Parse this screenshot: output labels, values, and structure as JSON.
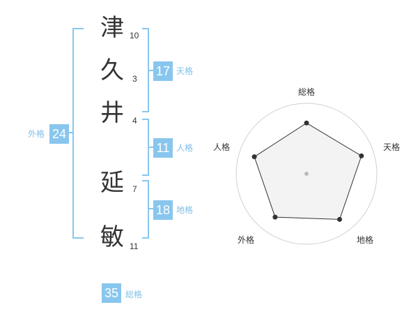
{
  "name": {
    "chars": [
      {
        "char": "津",
        "strokes": "10"
      },
      {
        "char": "久",
        "strokes": "3"
      },
      {
        "char": "井",
        "strokes": "4"
      },
      {
        "char": "延",
        "strokes": "7"
      },
      {
        "char": "敏",
        "strokes": "11"
      }
    ]
  },
  "kaku": {
    "tenkaku": {
      "value": "17",
      "label": "天格"
    },
    "jinkaku": {
      "value": "11",
      "label": "人格"
    },
    "chikaku": {
      "value": "18",
      "label": "地格"
    },
    "gaikaku": {
      "value": "24",
      "label": "外格"
    },
    "soukaku": {
      "value": "35",
      "label": "総格"
    }
  },
  "radar": {
    "axes": [
      "総格",
      "天格",
      "地格",
      "外格",
      "人格"
    ],
    "levels": 4,
    "values": [
      0.72,
      0.82,
      0.8,
      0.76,
      0.78
    ],
    "colors": {
      "fill": "#f1f1f1",
      "grid": "#d0d0d0",
      "line": "#333333",
      "point": "#333333",
      "center": "#bbbbbb"
    }
  },
  "colors": {
    "accent": "#88c6ee",
    "label": "#7fbfe9",
    "text": "#333333"
  }
}
